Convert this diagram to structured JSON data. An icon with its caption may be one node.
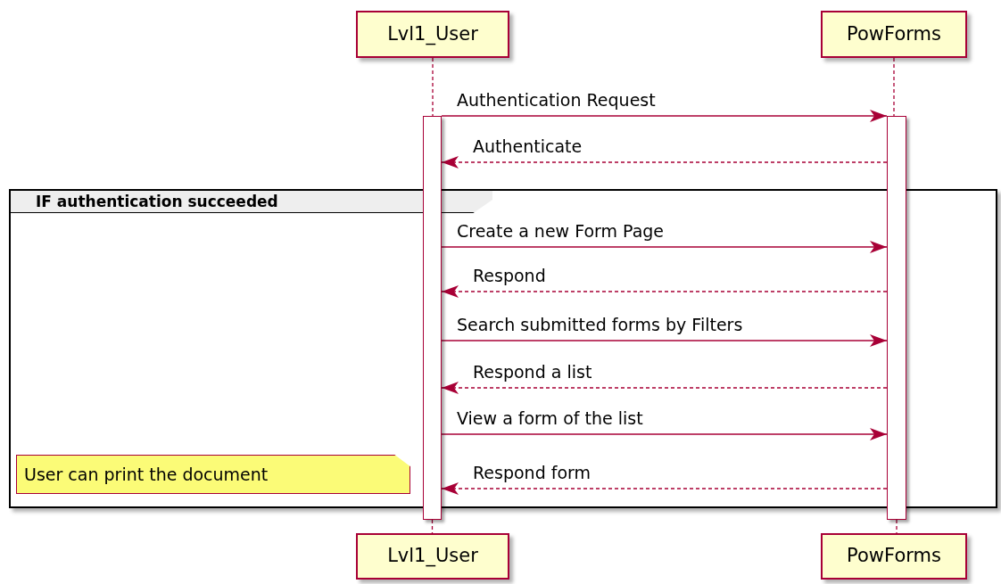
{
  "diagram": {
    "nodes": [
      {
        "text": [
          "Lvl1_User"
        ]
      },
      {
        "text": [
          "PowForms"
        ]
      },
      {
        "text": [],
        "shape": "bar"
      },
      {
        "text": [],
        "shape": "bar"
      },
      {
        "text": [
          "IF authentication succeeded"
        ]
      },
      {
        "text": [
          "User can print the document"
        ],
        "in": 4
      },
      {
        "text": [
          "Lvl1_User"
        ]
      },
      {
        "text": [
          "PowForms"
        ]
      }
    ],
    "edges": [
      {
        "from": 0,
        "to": 2,
        "arrow": "none",
        "style": "dashed"
      },
      {
        "from": 2,
        "to": 6,
        "arrow": "none",
        "style": "dashed"
      },
      {
        "from": 1,
        "to": 3,
        "arrow": "none",
        "style": "dashed"
      },
      {
        "from": 3,
        "to": 7,
        "arrow": "none",
        "style": "dashed"
      },
      {
        "from": 2,
        "to": 3,
        "arrow": "to",
        "label": "Authentication Request"
      },
      {
        "from": 3,
        "to": 2,
        "arrow": "to",
        "style": "dashed",
        "label": "Authenticate"
      },
      {
        "from": 2,
        "to": 3,
        "arrow": "to",
        "label": "Create a new Form Page"
      },
      {
        "from": 3,
        "to": 2,
        "arrow": "to",
        "style": "dashed",
        "label": "Respond"
      },
      {
        "from": 2,
        "to": 3,
        "arrow": "to",
        "label": "Search submitted forms by Filters"
      },
      {
        "from": 3,
        "to": 2,
        "arrow": "to",
        "style": "dashed",
        "label": "Respond a list"
      },
      {
        "from": 2,
        "to": 3,
        "arrow": "to",
        "label": "View a form of the list"
      },
      {
        "from": 3,
        "to": 2,
        "arrow": "to",
        "style": "dashed",
        "label": "Respond form"
      }
    ]
  }
}
